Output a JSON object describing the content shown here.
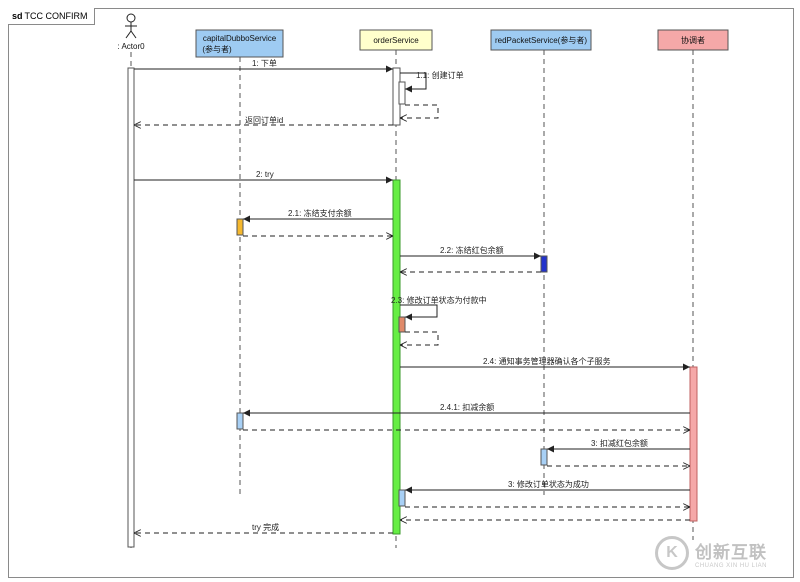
{
  "frame": {
    "keyword": "sd",
    "title": "TCC CONFIRM"
  },
  "actor": {
    "name": ": Actor0"
  },
  "participants": [
    {
      "id": "capital",
      "line1": "capitalDubboService",
      "line2": "(参与者)",
      "fill": "#9ecbf2"
    },
    {
      "id": "order",
      "line1": "orderService",
      "line2": "",
      "fill": "#ffffcc"
    },
    {
      "id": "redpacket",
      "line1": "redPacketService(参与者)",
      "line2": "",
      "fill": "#9ecbf2"
    },
    {
      "id": "coordinator",
      "line1": "协调者",
      "line2": "",
      "fill": "#f5a8a8"
    }
  ],
  "messages": [
    {
      "id": "m1",
      "label": "1: 下单",
      "color": "#222222"
    },
    {
      "id": "m1_1",
      "label": "1.1: 创建订单",
      "color": "#222222"
    },
    {
      "id": "m1_r",
      "label": "返回订单id",
      "color": "#222222"
    },
    {
      "id": "m2",
      "label": "2: try",
      "color": "#222222"
    },
    {
      "id": "m2_1",
      "label": "2.1: 冻结支付余额",
      "color": "#222222"
    },
    {
      "id": "m2_2",
      "label": "2.2: 冻结红包余额",
      "color": "#222222"
    },
    {
      "id": "m2_3",
      "label": "2.3: 修改订单状态为付款中",
      "color": "#222222"
    },
    {
      "id": "m2_4",
      "label": "2.4: 通知事务管理器确认各个子服务",
      "color": "#222222"
    },
    {
      "id": "m2_4_1",
      "label": "2.4.1: 扣减余额",
      "color": "#d9534f"
    },
    {
      "id": "m3a",
      "label": "3: 扣减红包余额",
      "color": "#222222"
    },
    {
      "id": "m3b",
      "label": "3: 修改订单状态为成功",
      "color": "#222222"
    },
    {
      "id": "mdone",
      "label": "try 完成",
      "color": "#222222"
    }
  ],
  "colors": {
    "order_try": "#66ee44",
    "capital_freeze": "#f5b82e",
    "redpacket_freeze": "#2233cc",
    "order_status": "#e08a6a",
    "coordinator_bar": "#f5a8a8",
    "confirm_bar": "#a8d0f5"
  },
  "watermark": {
    "logo": "K",
    "cn": "创新互联",
    "en": "CHUANG XIN HU LIAN"
  }
}
